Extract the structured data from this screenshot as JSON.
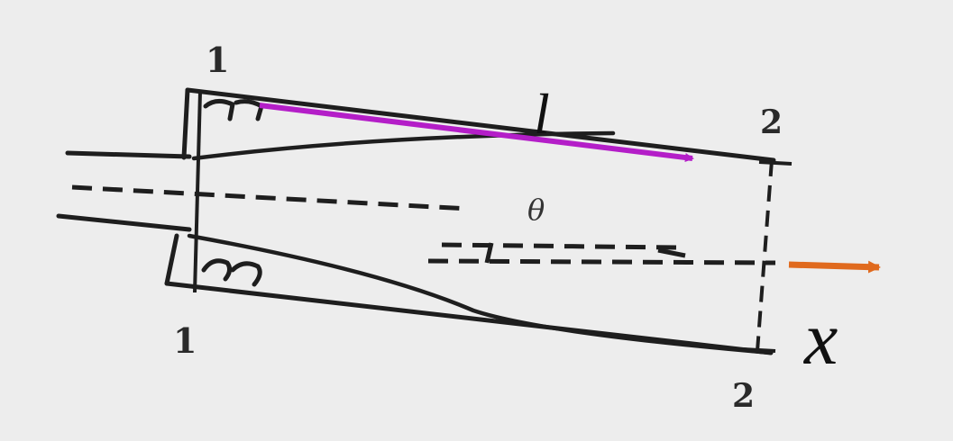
{
  "labels": {
    "section_1_top": "1",
    "section_1_bottom": "1",
    "section_2_top": "2",
    "section_2_bottom": "2",
    "length": "l",
    "angle": "θ",
    "axis": "x"
  },
  "colors": {
    "background": "#ededed",
    "ink": "#1e1e1e",
    "length_arrow": "#b41ec8",
    "axis_arrow": "#e06a1e"
  }
}
